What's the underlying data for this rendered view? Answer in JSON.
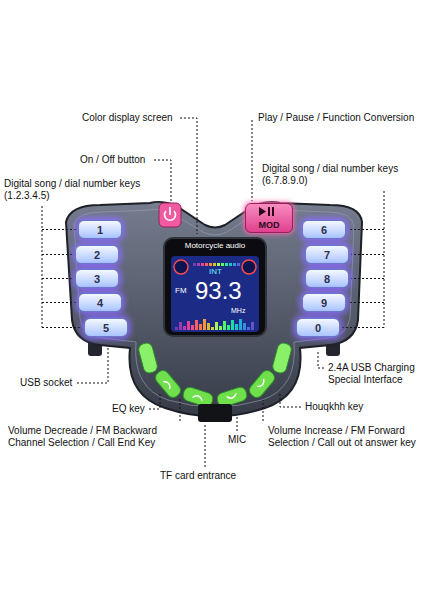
{
  "diagram": {
    "nodes": [
      {
        "text": [
          "MOD"
        ]
      },
      {
        "text": [
          "1"
        ]
      },
      {
        "text": [
          "2"
        ]
      },
      {
        "text": [
          "3"
        ]
      },
      {
        "text": [
          "4"
        ]
      },
      {
        "text": [
          "5"
        ]
      },
      {
        "text": [
          "Motorcycle audio",
          "INT",
          "FM",
          "93.3",
          "MHz"
        ]
      },
      {
        "text": [
          "6"
        ]
      },
      {
        "text": [
          "7"
        ]
      },
      {
        "text": [
          "8"
        ]
      },
      {
        "text": [
          "9"
        ]
      },
      {
        "text": [
          "0"
        ]
      }
    ],
    "labels": [
      "Color display screen",
      "Play / Pause / Function Conversion",
      "On / Off button",
      "Digital song / dial number keys (6.7.8.9.0)",
      "Digital song / dial number keys (1.2.3.4.5)",
      "2.4A USB Charging Special Interface",
      "USB socket",
      "Houqkhh key",
      "EQ key",
      "Volume Decreade / FM Backward Channel Selection / Call End Key",
      "Volume Increase / FM Forward Selection / Call out ot answer key",
      "MIC",
      "TF card entrance"
    ]
  }
}
